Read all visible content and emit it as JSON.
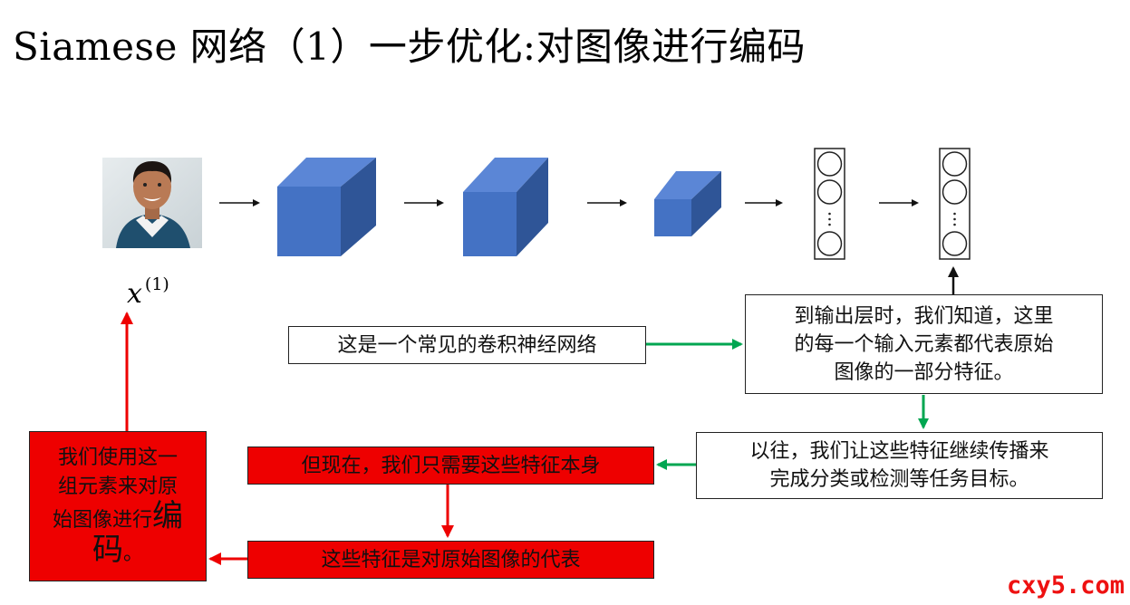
{
  "slide": {
    "title": "Siamese 网络（1）一步优化:对图像进行编码",
    "input_label": {
      "var": "x",
      "sup": "(1)"
    },
    "watermark": "cxy5.com"
  },
  "boxes": {
    "cnn_note": "这是一个常见的卷积神经网络",
    "output_note": [
      "到输出层时，我们知道，这里",
      "的每一个输入元素都代表原始",
      "图像的一部分特征。"
    ],
    "past_note": [
      "以往，我们让这些特征继续传播来",
      "完成分类或检测等任务目标。"
    ],
    "now_note": "但现在，我们只需要这些特征本身",
    "represent_note": "这些特征是对原始图像的代表",
    "encode_note": {
      "l1": "我们使用这一",
      "l2": "组元素来对原",
      "l3": "始图像进行",
      "l3_big": "编",
      "l4_big": "码",
      "l4": "。"
    }
  },
  "colors": {
    "cube_front": "#4472c4",
    "cube_top": "#5b86d6",
    "cube_side": "#2f5597",
    "red_box": "#ee0000",
    "green_arrow": "#00a651",
    "red_arrow": "#ee0000"
  },
  "icons": {
    "face_photo": "person-photo",
    "layer_dots": "vertical-ellipsis"
  }
}
